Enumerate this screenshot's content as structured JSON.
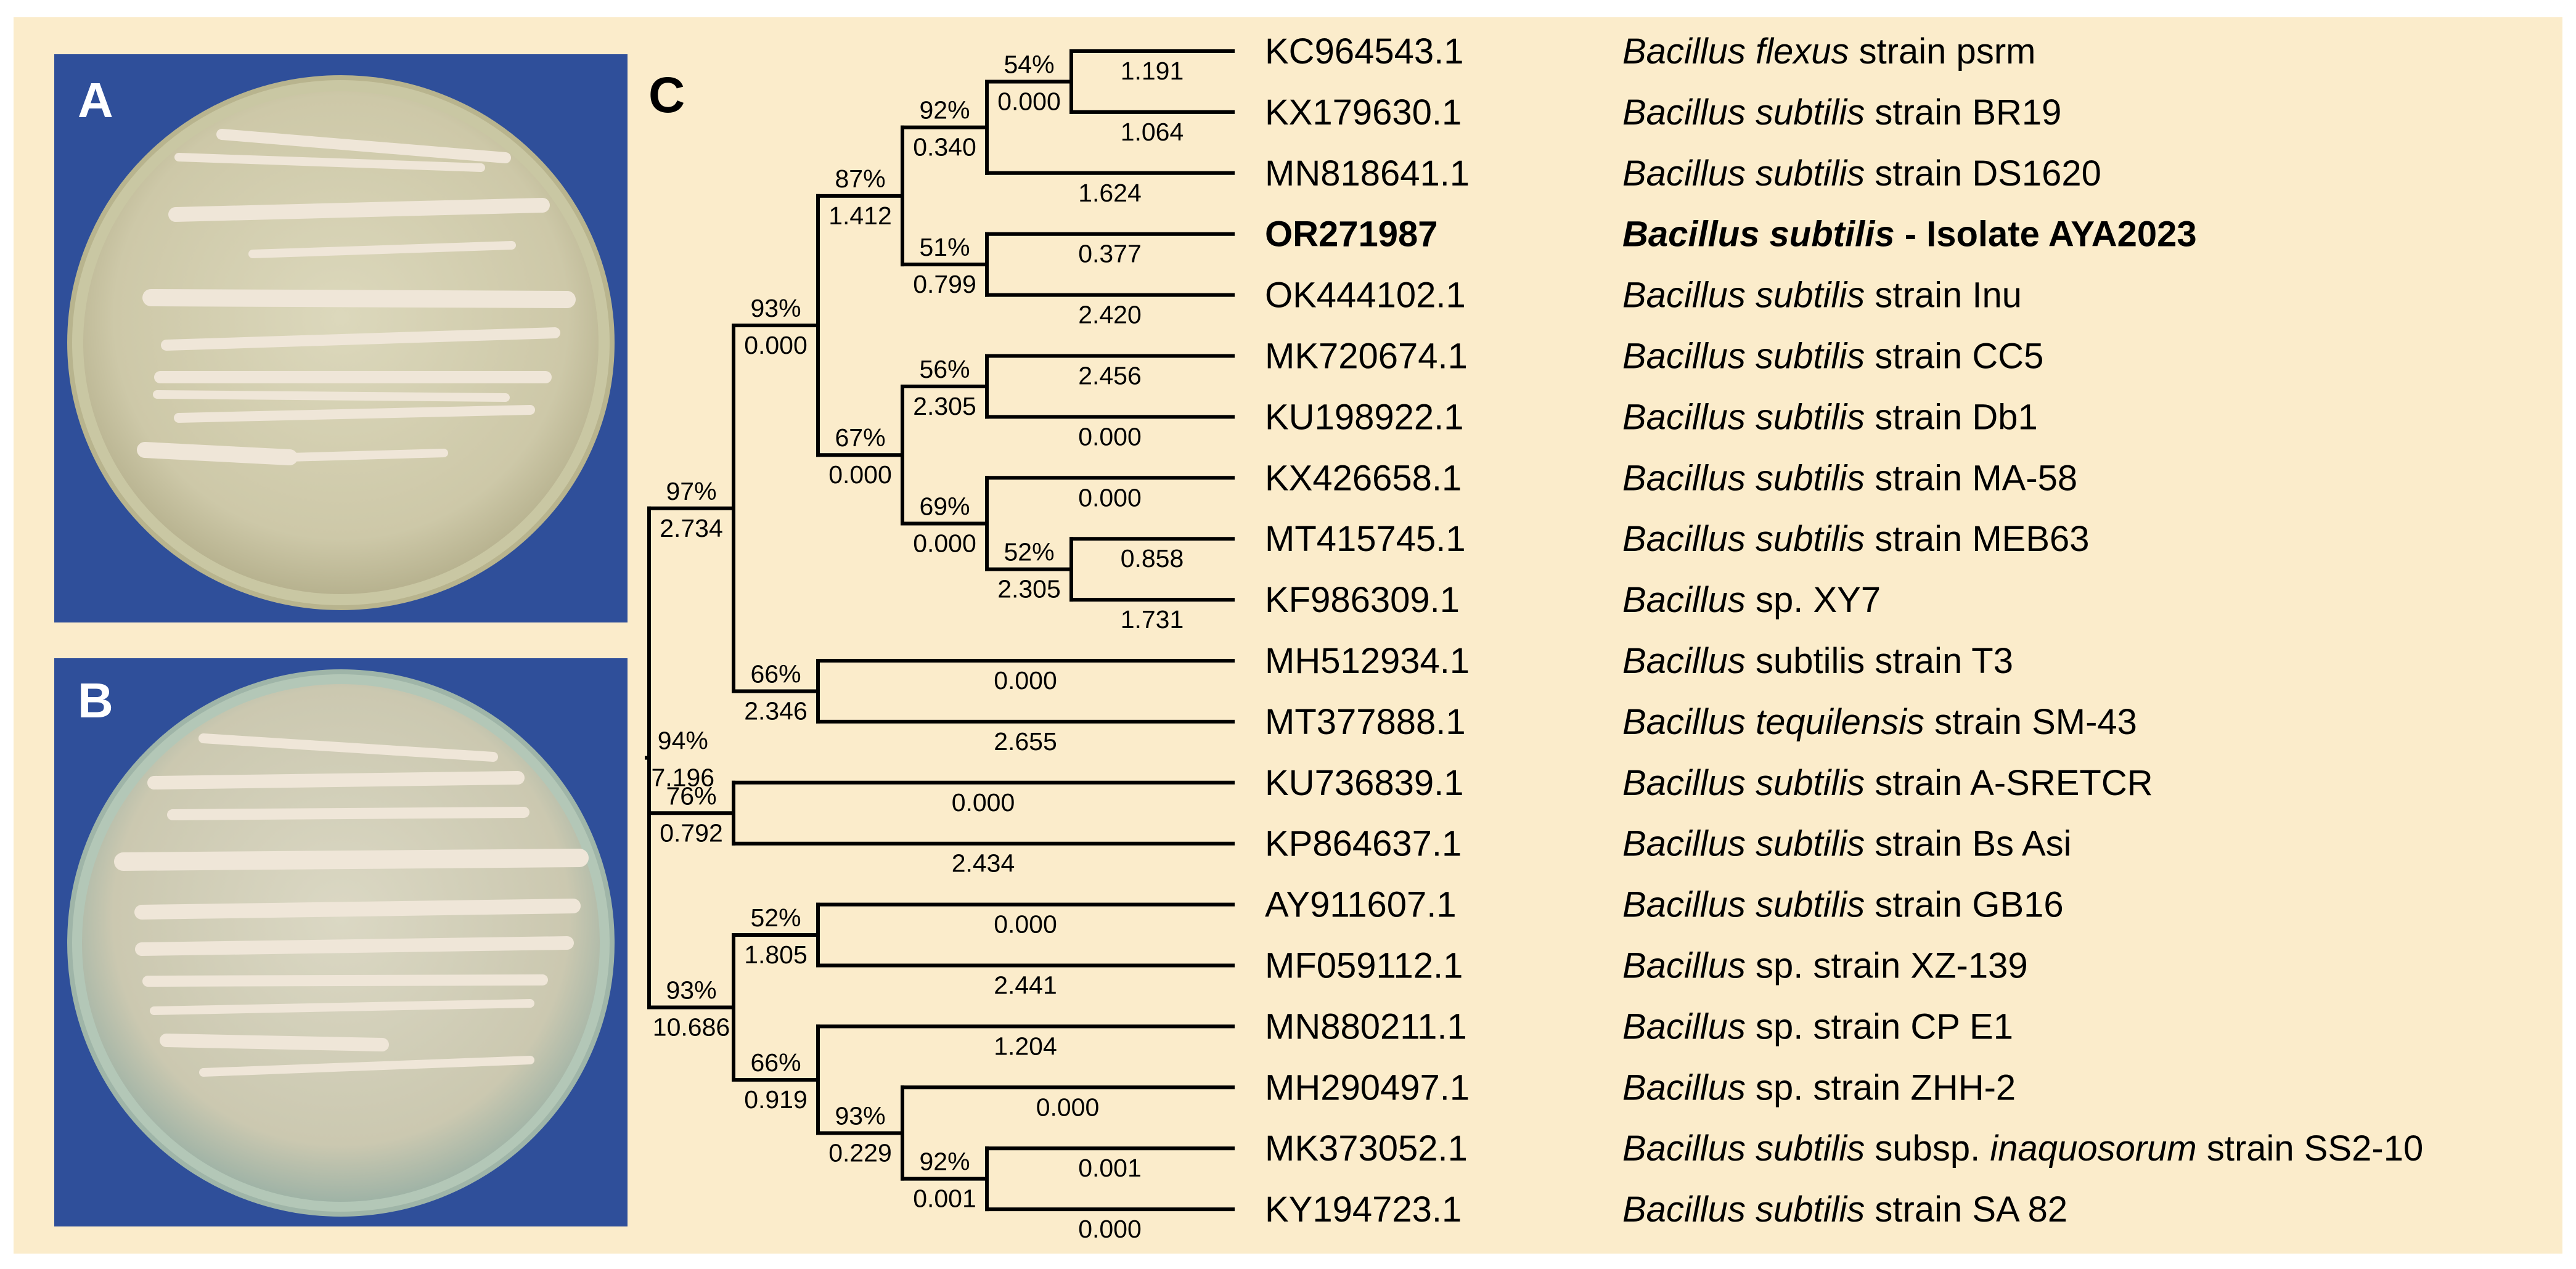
{
  "panels": {
    "a_label": "A",
    "b_label": "B",
    "c_label": "C"
  },
  "colors": {
    "background": "#fbeccb",
    "plate_surround": "#2f4f9a",
    "agar": "#d8d3b4",
    "colony": "#efe6d8",
    "line": "#000000"
  },
  "leaves": [
    {
      "accession": "KC964543.1",
      "genus": "Bacillus",
      "species": "flexus",
      "rest": " strain psrm"
    },
    {
      "accession": "KX179630.1",
      "genus": "Bacillus",
      "species": "subtilis",
      "rest": " strain BR19"
    },
    {
      "accession": "MN818641.1",
      "genus": "Bacillus",
      "species": "subtilis",
      "rest": " strain DS1620"
    },
    {
      "accession": "OR271987",
      "genus": "Bacillus",
      "species": "subtilis",
      "rest": " - Isolate AYA2023",
      "bold": true
    },
    {
      "accession": "OK444102.1",
      "genus": "Bacillus",
      "species": "subtilis",
      "rest": " strain Inu"
    },
    {
      "accession": "MK720674.1",
      "genus": "Bacillus",
      "species": "subtilis",
      "rest": " strain CC5"
    },
    {
      "accession": "KU198922.1",
      "genus": "Bacillus",
      "species": "subtilis",
      "rest": " strain Db1"
    },
    {
      "accession": "KX426658.1",
      "genus": "Bacillus",
      "species": "subtilis",
      "rest": " strain MA-58"
    },
    {
      "accession": "MT415745.1",
      "genus": "Bacillus",
      "species": "subtilis",
      "rest": " strain MEB63"
    },
    {
      "accession": "KF986309.1",
      "genus": "Bacillus",
      "species": "",
      "rest": " sp. XY7"
    },
    {
      "accession": "MH512934.1",
      "genus": "Bacillus",
      "species": "",
      "rest": " subtilis strain T3"
    },
    {
      "accession": "MT377888.1",
      "genus": "Bacillus",
      "species": "tequilensis",
      "rest": " strain SM-43"
    },
    {
      "accession": "KU736839.1",
      "genus": "Bacillus",
      "species": "subtilis",
      "rest": " strain A-SRETCR"
    },
    {
      "accession": "KP864637.1",
      "genus": "Bacillus",
      "species": "subtilis",
      "rest": " strain Bs Asi"
    },
    {
      "accession": "AY911607.1",
      "genus": "Bacillus",
      "species": "subtilis",
      "rest": " strain GB16"
    },
    {
      "accession": "MF059112.1",
      "genus": "Bacillus",
      "species": "",
      "rest": " sp. strain XZ-139"
    },
    {
      "accession": "MN880211.1",
      "genus": "Bacillus",
      "species": "",
      "rest": " sp. strain CP E1"
    },
    {
      "accession": "MH290497.1",
      "genus": "Bacillus",
      "species": "",
      "rest": " sp. strain ZHH-2"
    },
    {
      "accession": "MK373052.1",
      "genus": "Bacillus",
      "species": "subtilis",
      "rest": " subsp. ",
      "subsp": "inaquosorum",
      "rest2": " strain SS2-10"
    },
    {
      "accession": "KY194723.1",
      "genus": "Bacillus",
      "species": "subtilis",
      "rest": " strain SA 82"
    }
  ],
  "tree": {
    "bs": "94%",
    "bl": "7.196",
    "children": [
      {
        "bs": "97%",
        "bl": "2.734",
        "children": [
          {
            "bs": "93%",
            "bl": "0.000",
            "children": [
              {
                "bs": "87%",
                "bl": "1.412",
                "children": [
                  {
                    "bs": "92%",
                    "bl": "0.340",
                    "children": [
                      {
                        "bs": "54%",
                        "bl": "0.000",
                        "children": [
                          {
                            "leaf": 0,
                            "bl": "1.191"
                          },
                          {
                            "leaf": 1,
                            "bl": "1.064"
                          }
                        ]
                      },
                      {
                        "leaf": 2,
                        "bl": "1.624"
                      }
                    ]
                  },
                  {
                    "bs": "51%",
                    "bl": "0.799",
                    "children": [
                      {
                        "leaf": 3,
                        "bl": "0.377"
                      },
                      {
                        "leaf": 4,
                        "bl": "2.420"
                      }
                    ]
                  }
                ]
              },
              {
                "bs": "67%",
                "bl": "0.000",
                "children": [
                  {
                    "bs": "56%",
                    "bl": "2.305",
                    "children": [
                      {
                        "leaf": 5,
                        "bl": "2.456"
                      },
                      {
                        "leaf": 6,
                        "bl": "0.000"
                      }
                    ]
                  },
                  {
                    "bs": "69%",
                    "bl": "0.000",
                    "children": [
                      {
                        "leaf": 7,
                        "bl": "0.000"
                      },
                      {
                        "bs": "52%",
                        "bl": "2.305",
                        "children": [
                          {
                            "leaf": 8,
                            "bl": "0.858"
                          },
                          {
                            "leaf": 9,
                            "bl": "1.731"
                          }
                        ]
                      }
                    ]
                  }
                ]
              }
            ]
          },
          {
            "bs": "66%",
            "bl": "2.346",
            "children": [
              {
                "leaf": 10,
                "bl": "0.000"
              },
              {
                "leaf": 11,
                "bl": "2.655"
              }
            ]
          }
        ]
      },
      {
        "bs": "76%",
        "bl": "0.792",
        "children": [
          {
            "leaf": 12,
            "bl": "0.000"
          },
          {
            "leaf": 13,
            "bl": "2.434"
          }
        ]
      },
      {
        "bs": "93%",
        "bl": "10.686",
        "children": [
          {
            "bs": "52%",
            "bl": "1.805",
            "children": [
              {
                "leaf": 14,
                "bl": "0.000"
              },
              {
                "leaf": 15,
                "bl": "2.441"
              }
            ]
          },
          {
            "bs": "66%",
            "bl": "0.919",
            "children": [
              {
                "leaf": 16,
                "bl": "1.204"
              },
              {
                "bs": "93%",
                "bl": "0.229",
                "children": [
                  {
                    "leaf": 17,
                    "bl": "0.000"
                  },
                  {
                    "bs": "92%",
                    "bl": "0.001",
                    "children": [
                      {
                        "leaf": 18,
                        "bl": "0.001"
                      },
                      {
                        "leaf": 19,
                        "bl": "0.000"
                      }
                    ]
                  }
                ]
              }
            ]
          }
        ]
      }
    ]
  }
}
